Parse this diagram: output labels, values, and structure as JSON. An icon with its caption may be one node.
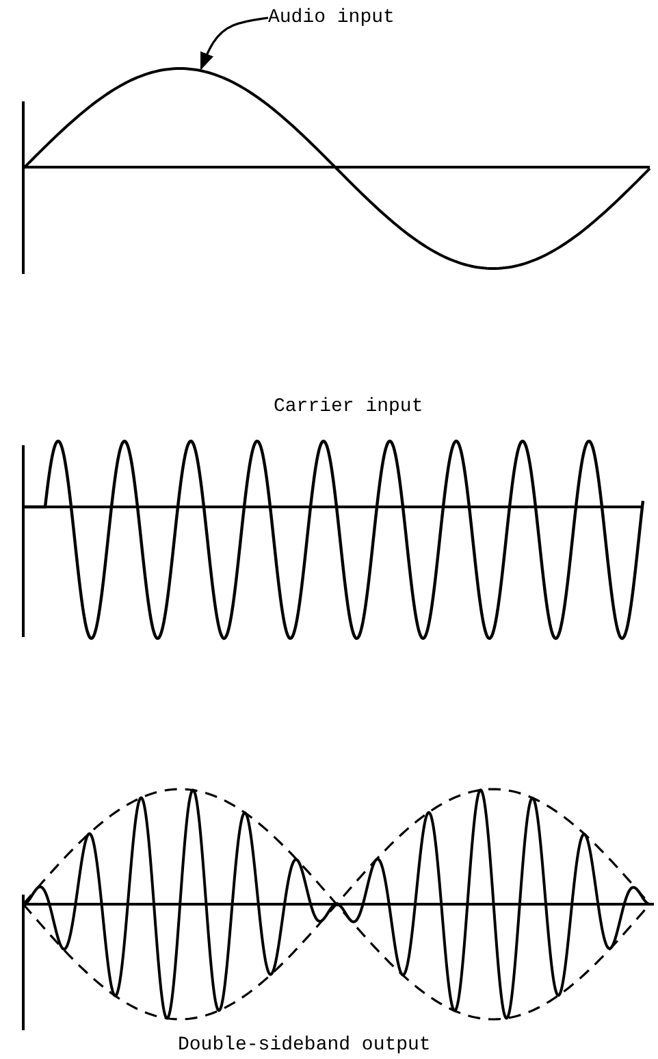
{
  "diagram": {
    "nodes": [
      {
        "text": [
          "Audio input"
        ]
      },
      {
        "text": [],
        "shape": "picture"
      }
    ],
    "edges": [
      {
        "from": 0,
        "to": 1,
        "arrow": "to"
      }
    ],
    "labels": [
      "Carrier input",
      "Double-sideband output"
    ]
  }
}
